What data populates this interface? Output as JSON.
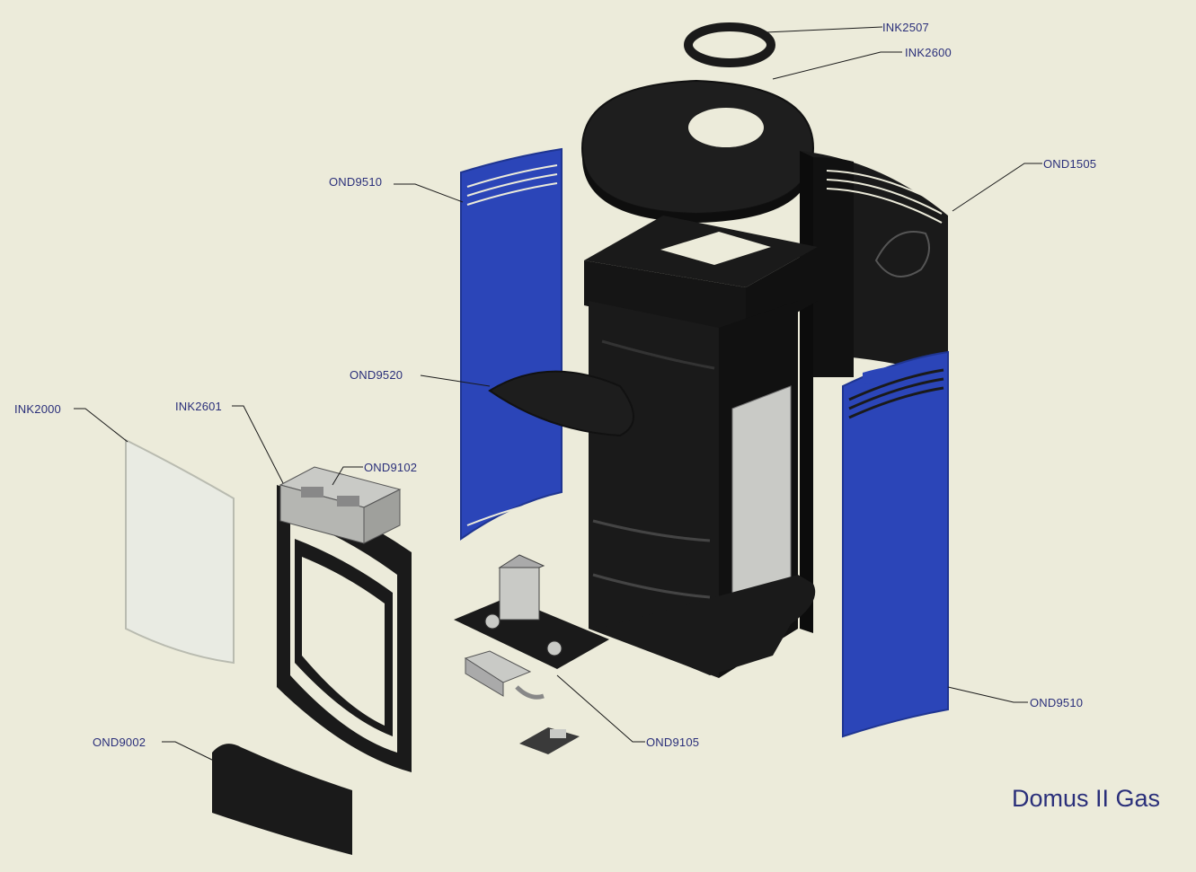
{
  "diagram": {
    "title": "Domus II Gas",
    "colors": {
      "background": "#ecebda",
      "label_text": "#2a2f7a",
      "leader_line": "#1a1a1a",
      "panel_blue": "#2b45b8",
      "panel_blue_dark": "#1f3591",
      "body_black": "#1a1a1a",
      "steel_grey": "#c9cac6",
      "glass": "#e9ebe3"
    },
    "callouts": [
      {
        "id": "ink2507",
        "label": "INK2507"
      },
      {
        "id": "ink2600",
        "label": "INK2600"
      },
      {
        "id": "ond1505",
        "label": "OND1505"
      },
      {
        "id": "ond9510-top",
        "label": "OND9510"
      },
      {
        "id": "ond9520",
        "label": "OND9520"
      },
      {
        "id": "ink2000",
        "label": "INK2000"
      },
      {
        "id": "ink2601",
        "label": "INK2601"
      },
      {
        "id": "ond9102",
        "label": "OND9102"
      },
      {
        "id": "ond9510-bottom",
        "label": "OND9510"
      },
      {
        "id": "ond9105",
        "label": "OND9105"
      },
      {
        "id": "ond9002",
        "label": "OND9002"
      }
    ]
  }
}
